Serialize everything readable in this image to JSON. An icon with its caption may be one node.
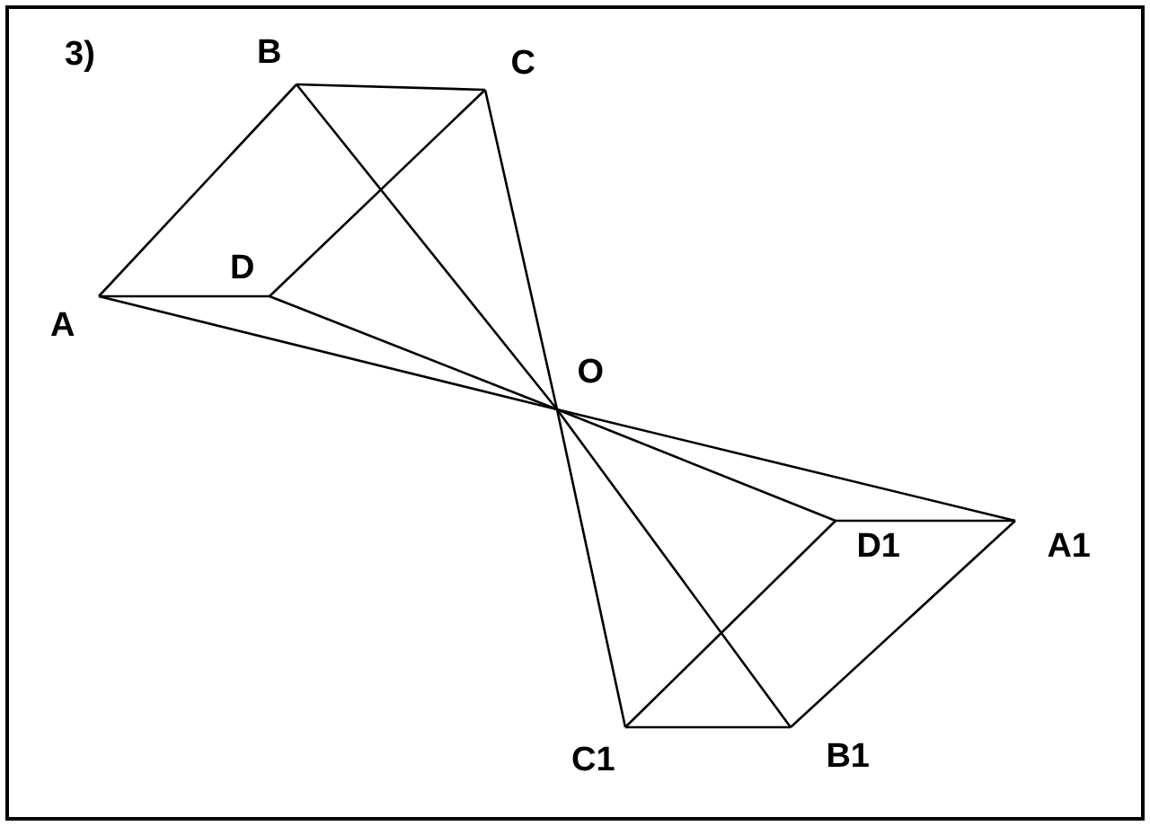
{
  "diagram": {
    "nodes": [
      {
        "text": [
          "B"
        ]
      },
      {
        "text": [
          "C"
        ]
      },
      {
        "text": [
          "D"
        ]
      },
      {
        "text": [
          "A"
        ]
      },
      {
        "text": [
          "O"
        ]
      },
      {
        "text": [
          "D1"
        ]
      },
      {
        "text": [
          "A1"
        ]
      },
      {
        "text": [
          "C1"
        ]
      },
      {
        "text": [
          "B1"
        ]
      }
    ],
    "edges": [
      {
        "from": 3,
        "to": 0,
        "arrow": "none"
      },
      {
        "from": 0,
        "to": 1,
        "arrow": "none"
      },
      {
        "from": 1,
        "to": 2,
        "arrow": "none"
      },
      {
        "from": 2,
        "to": 3,
        "arrow": "none"
      },
      {
        "from": 3,
        "to": 4,
        "arrow": "none"
      },
      {
        "from": 4,
        "to": 6,
        "arrow": "none"
      },
      {
        "from": 0,
        "to": 4,
        "arrow": "none"
      },
      {
        "from": 4,
        "to": 8,
        "arrow": "none"
      },
      {
        "from": 1,
        "to": 4,
        "arrow": "none"
      },
      {
        "from": 4,
        "to": 7,
        "arrow": "none"
      },
      {
        "from": 2,
        "to": 4,
        "arrow": "none"
      },
      {
        "from": 4,
        "to": 5,
        "arrow": "none"
      },
      {
        "from": 6,
        "to": 8,
        "arrow": "none"
      },
      {
        "from": 8,
        "to": 7,
        "arrow": "none"
      },
      {
        "from": 7,
        "to": 5,
        "arrow": "none"
      },
      {
        "from": 5,
        "to": 6,
        "arrow": "none"
      }
    ],
    "labels": [
      "3)"
    ]
  }
}
